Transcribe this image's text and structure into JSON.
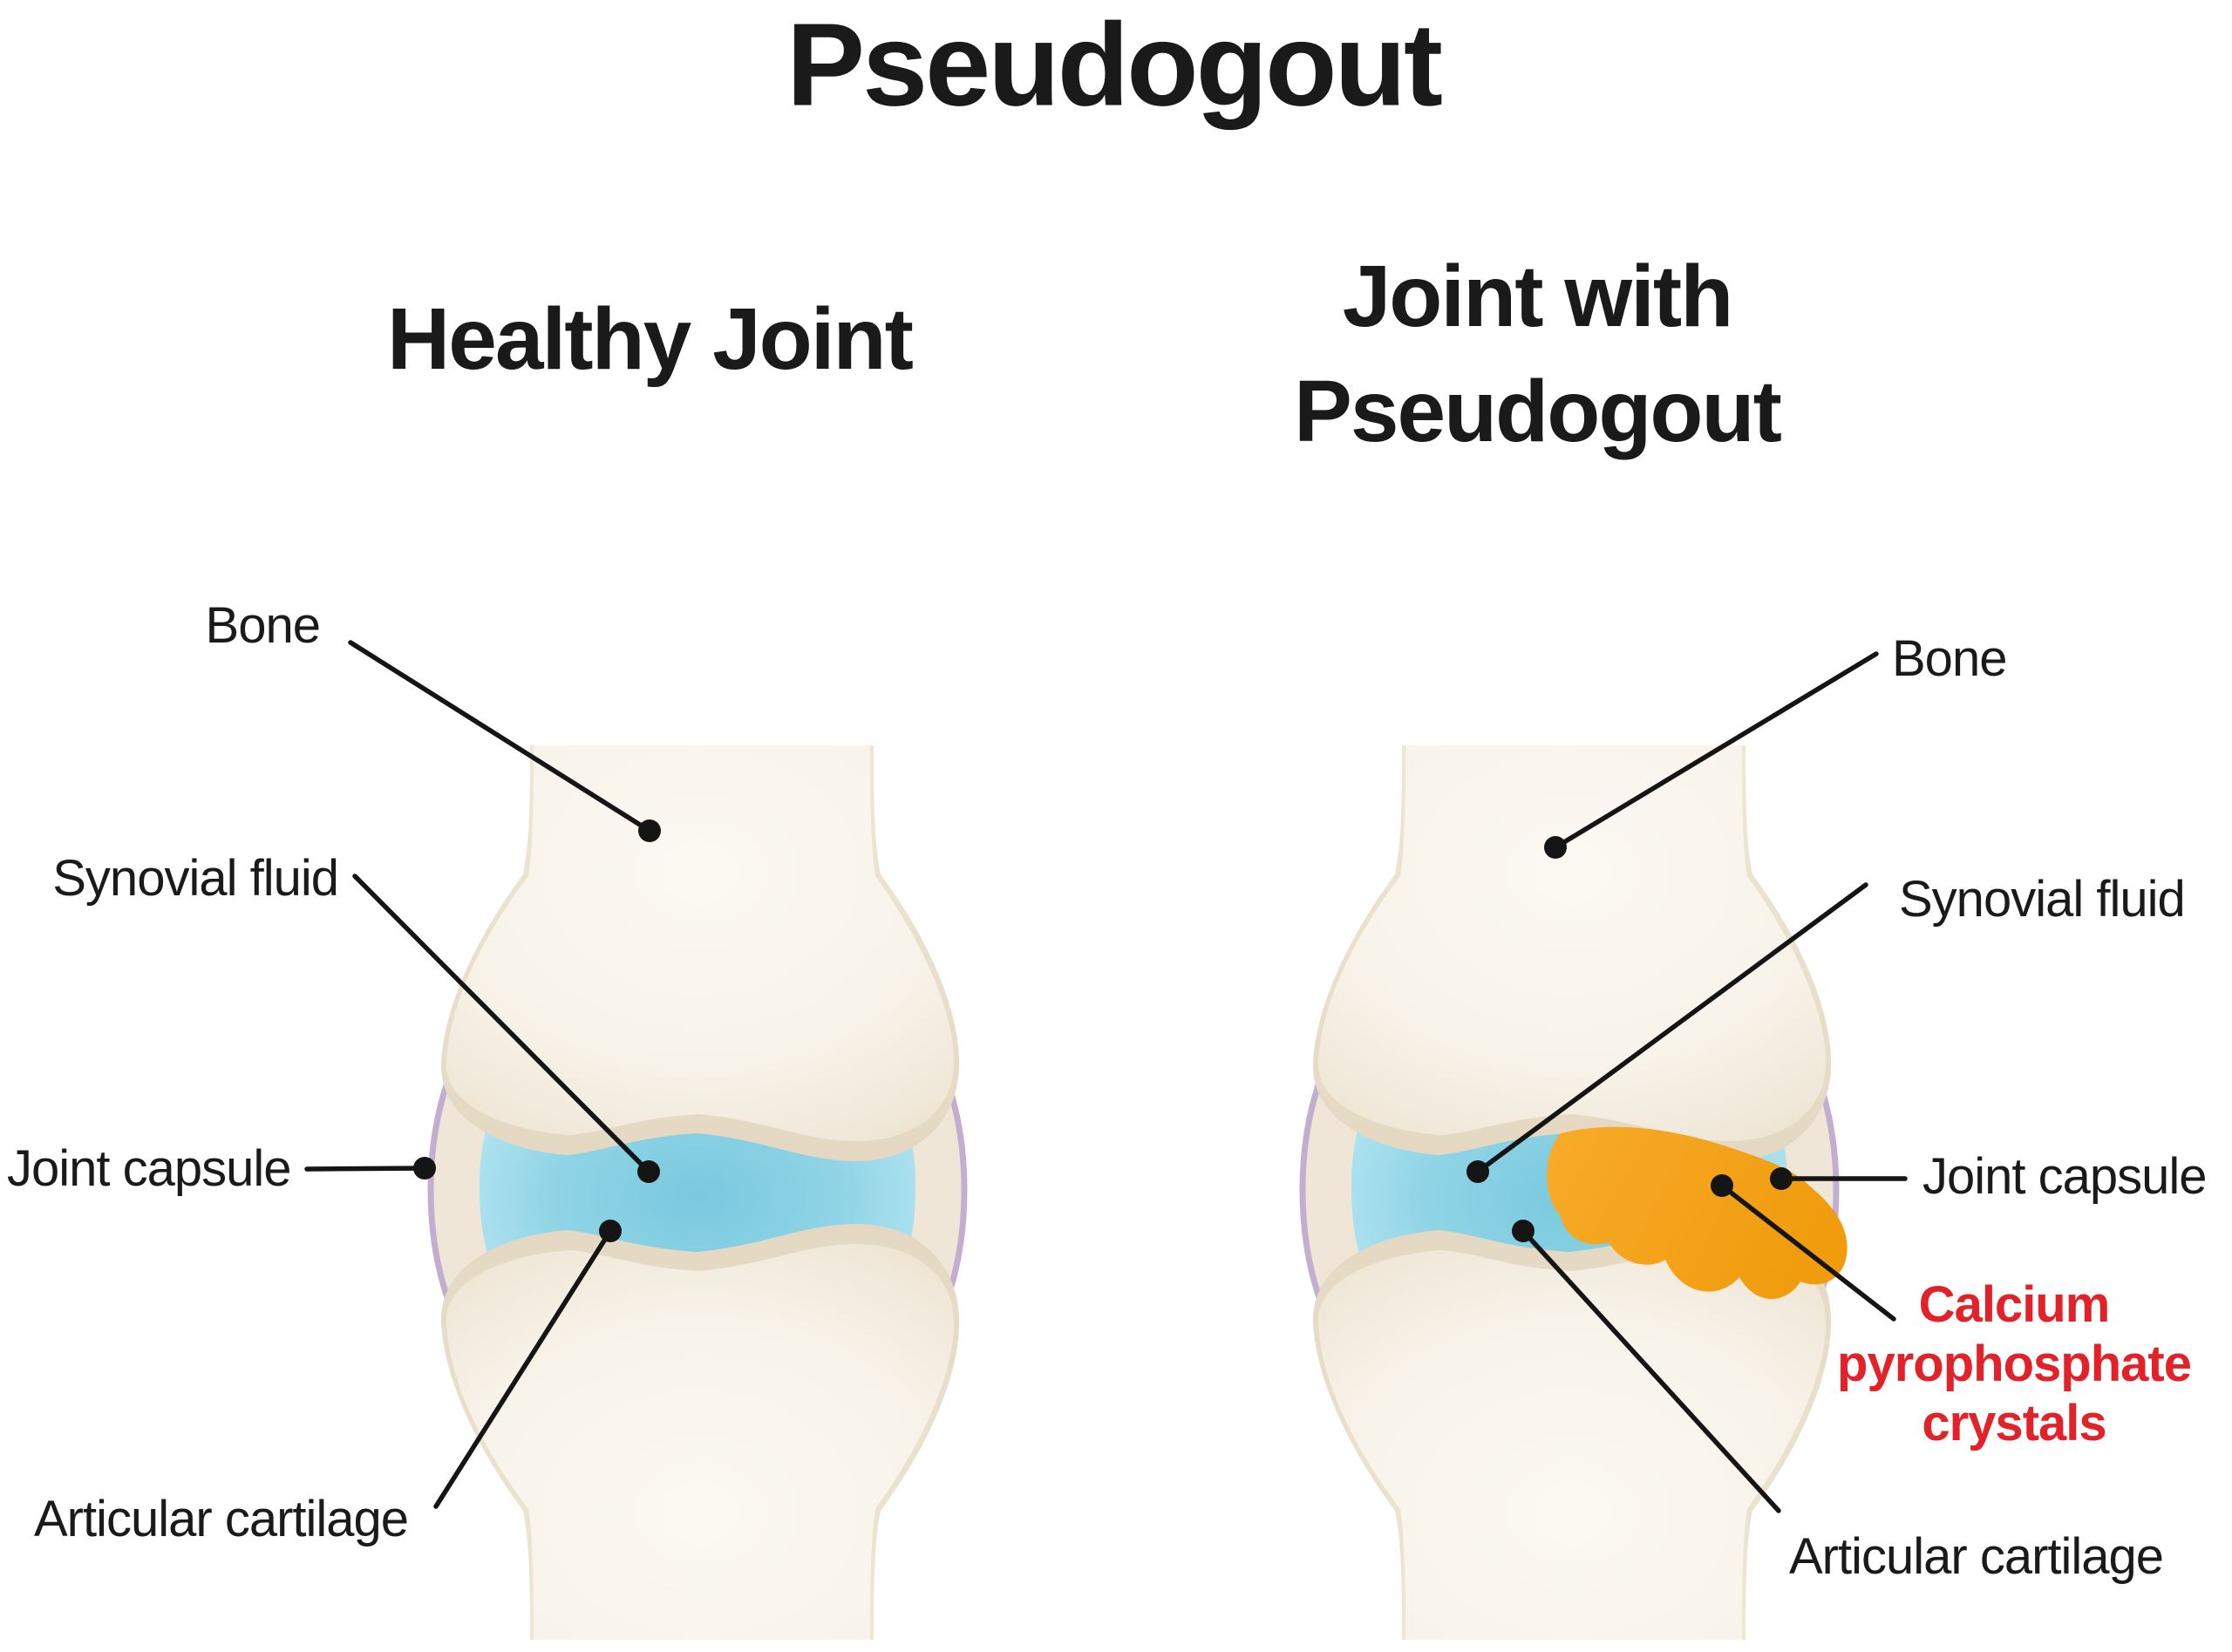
{
  "title": "Pseudogout",
  "panels": {
    "left_heading": "Healthy Joint",
    "right_heading": "Joint with\nPseudogout"
  },
  "left_labels": {
    "bone": "Bone",
    "synovial_fluid": "Synovial fluid",
    "joint_capsule": "Joint capsule",
    "articular_cartilage": "Articular cartilage"
  },
  "right_labels": {
    "bone": "Bone",
    "synovial_fluid": "Synovial fluid",
    "joint_capsule": "Joint capsule",
    "calcium_crystals": "Calcium\npyrophosphate\ncrystals",
    "articular_cartilage": "Articular cartilage"
  },
  "colors": {
    "text": "#1a1a1a",
    "crystals_label_red": "#e32128",
    "bone_fill": "#f8f3ea",
    "bone_shade": "#ece2d0",
    "capsule_fill": "#f0e6d8",
    "capsule_outline_lavender": "#c4aed0",
    "synovial_fluid_blue": "#8fd4e6",
    "crystals_orange": "#f6a41d",
    "leader_line_black": "#151515"
  },
  "icon_semantics": {
    "leader_dot": "black round marker at anatomy end of each label line"
  }
}
